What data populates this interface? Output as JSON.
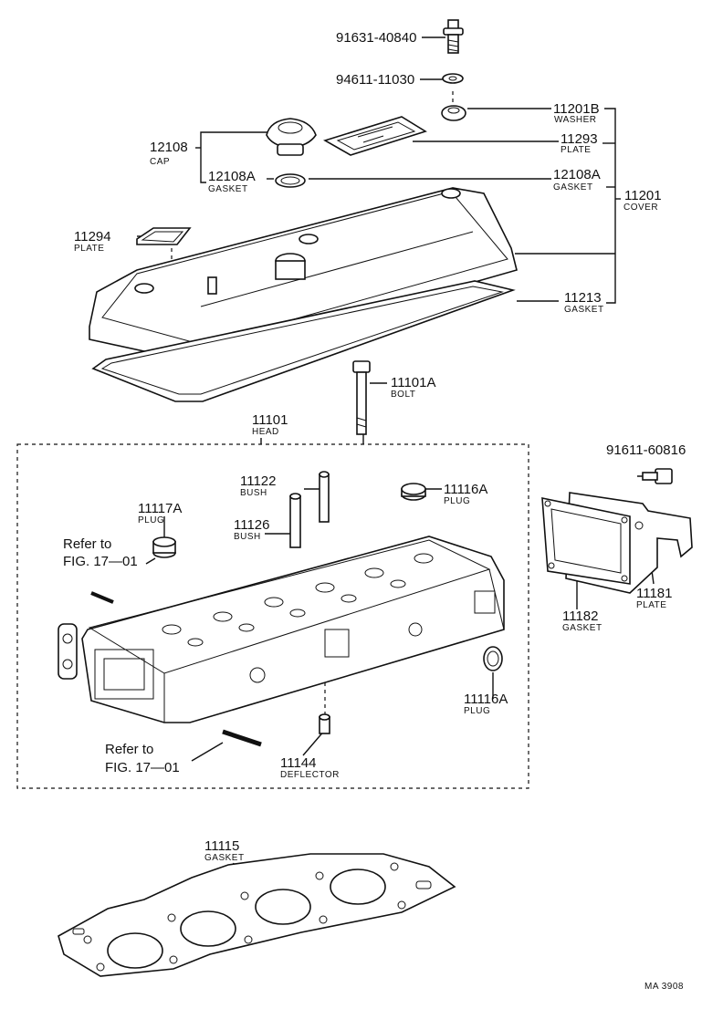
{
  "parts": [
    {
      "id": "p-91631",
      "number": "91631-40840",
      "name": ""
    },
    {
      "id": "p-94611",
      "number": "94611-11030",
      "name": ""
    },
    {
      "id": "p-11201b",
      "number": "11201B",
      "name": "WASHER"
    },
    {
      "id": "p-11293",
      "number": "11293",
      "name": "PLATE"
    },
    {
      "id": "p-12108",
      "number": "12108",
      "name": "CAP"
    },
    {
      "id": "p-12108a-l",
      "number": "12108A",
      "name": "GASKET"
    },
    {
      "id": "p-12108a-r",
      "number": "12108A",
      "name": "GASKET"
    },
    {
      "id": "p-11201",
      "number": "11201",
      "name": "COVER"
    },
    {
      "id": "p-11294",
      "number": "11294",
      "name": "PLATE"
    },
    {
      "id": "p-11213",
      "number": "11213",
      "name": "GASKET"
    },
    {
      "id": "p-11101a",
      "number": "11101A",
      "name": "BOLT"
    },
    {
      "id": "p-11101",
      "number": "11101",
      "name": "HEAD"
    },
    {
      "id": "p-91611",
      "number": "91611-60816",
      "name": ""
    },
    {
      "id": "p-11122",
      "number": "11122",
      "name": "BUSH"
    },
    {
      "id": "p-11116a-t",
      "number": "11116A",
      "name": "PLUG"
    },
    {
      "id": "p-11117a",
      "number": "11117A",
      "name": "PLUG"
    },
    {
      "id": "p-11126",
      "number": "11126",
      "name": "BUSH"
    },
    {
      "id": "p-11182",
      "number": "11182",
      "name": "GASKET"
    },
    {
      "id": "p-11181",
      "number": "11181",
      "name": "PLATE"
    },
    {
      "id": "p-11116a-b",
      "number": "11116A",
      "name": "PLUG"
    },
    {
      "id": "p-11144",
      "number": "11144",
      "name": "DEFLECTOR"
    },
    {
      "id": "p-11115",
      "number": "11115",
      "name": "GASKET"
    }
  ],
  "references": [
    {
      "id": "ref-top",
      "line1": "Refer to",
      "line2": "FIG. 17—01"
    },
    {
      "id": "ref-bottom",
      "line1": "Refer to",
      "line2": "FIG. 17—01"
    }
  ],
  "figure_code": "MA 3908"
}
